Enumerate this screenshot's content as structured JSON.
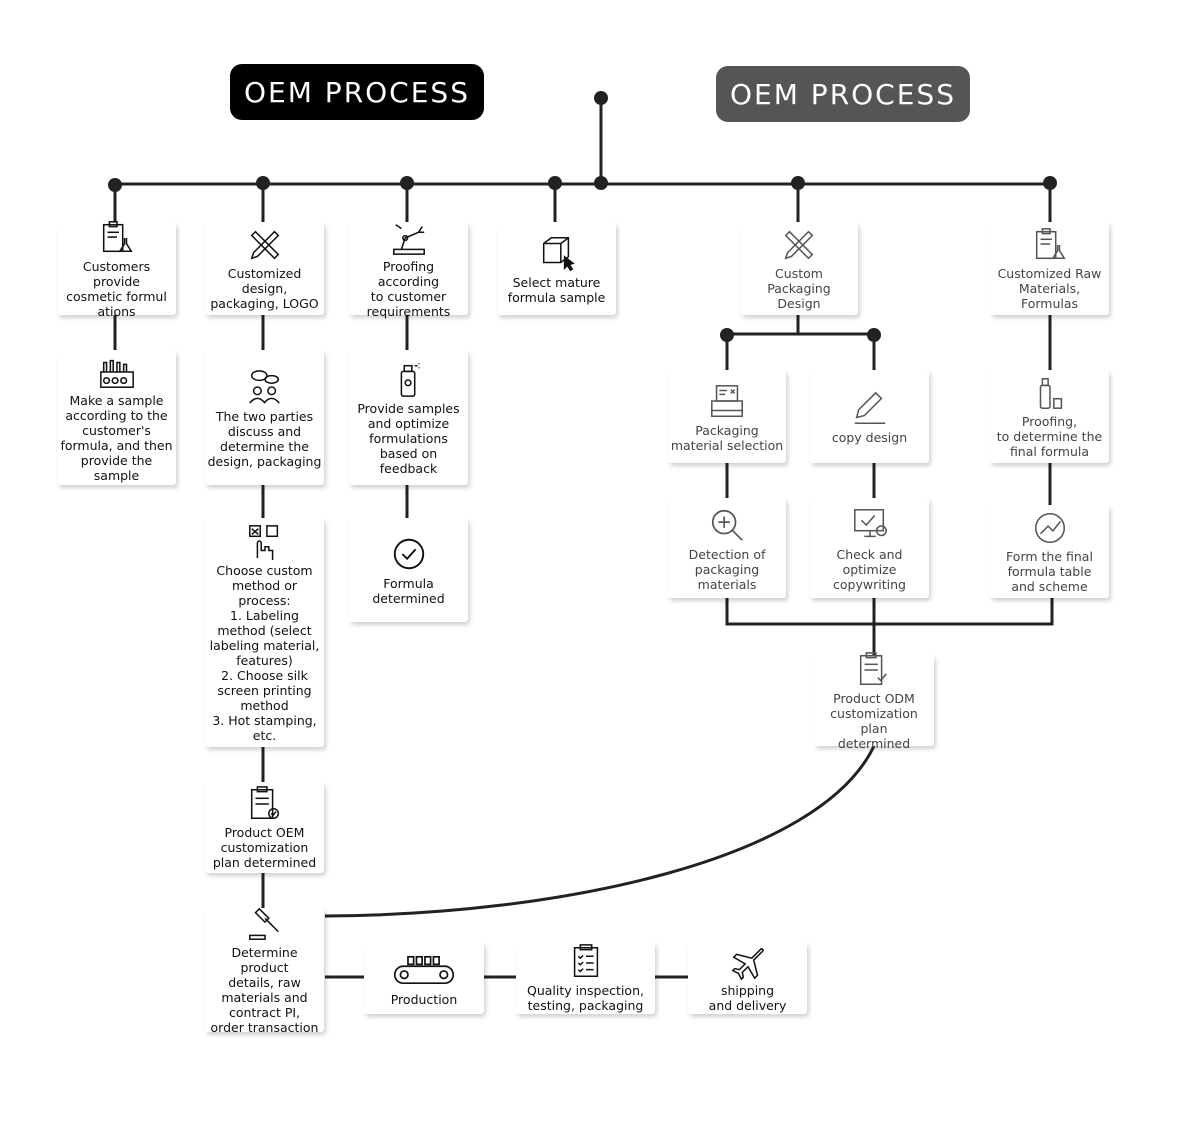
{
  "titles": {
    "left": "OEM PROCESS",
    "right": "OEM PROCESS"
  },
  "nodes": {
    "customers_provide": "Customers provide\ncosmetic formul\nations",
    "make_sample": "Make a sample\naccording to the\ncustomer's\nformula, and then\nprovide the sample",
    "customized_design": "Customized\ndesign,\npackaging, LOGO",
    "two_parties": "The two parties\ndiscuss and\ndetermine the\ndesign, packaging",
    "choose_custom": "Choose custom\nmethod or process:\n1. Labeling\nmethod (select\nlabeling material,\nfeatures)\n2. Choose silk\nscreen printing\nmethod\n3. Hot stamping,\netc.",
    "oem_plan": "Product OEM\ncustomization\nplan determined",
    "determine_details": "Determine product\ndetails, raw\nmaterials and\ncontract PI,\norder transaction",
    "proofing_customer": "Proofing according\nto customer\nrequirements",
    "provide_samples": "Provide samples\nand optimize\nformulations\nbased on feedback",
    "formula_determined": "Formula\ndetermined",
    "select_mature": "Select mature\nformula sample",
    "custom_packaging": "Custom Packaging\nDesign",
    "packaging_selection": "Packaging\nmaterial selection",
    "copy_design": "copy design",
    "detection": "Detection of\npackaging\nmaterials",
    "check_optimize": "Check and\noptimize\ncopywriting",
    "customized_raw": "Customized Raw\nMaterials,\nFormulas",
    "proofing_final": "Proofing,\nto determine the\nfinal formula",
    "form_final": "Form the final\nformula table\nand scheme",
    "odm_plan": "Product ODM\ncustomization plan\ndetermined",
    "production": "Production",
    "quality": "Quality inspection,\ntesting, packaging",
    "shipping": "shipping\nand delivery"
  },
  "icons": {
    "customers_provide": "clipboard-flask-icon",
    "make_sample": "factory-icon",
    "customized_design": "ruler-pencil-icon",
    "two_parties": "discussion-people-icon",
    "choose_custom": "checkbox-hand-icon",
    "oem_plan": "clipboard-check-icon",
    "determine_details": "gavel-icon",
    "proofing_customer": "robot-arm-icon",
    "provide_samples": "spray-bottle-icon",
    "formula_determined": "check-circle-icon",
    "select_mature": "box-cursor-icon",
    "custom_packaging": "ruler-pencil-icon",
    "packaging_selection": "printer-icon",
    "copy_design": "pen-icon",
    "detection": "zoom-plus-icon",
    "check_optimize": "monitor-check-icon",
    "customized_raw": "clipboard-flask-icon",
    "proofing_final": "bottles-icon",
    "form_final": "trend-circle-icon",
    "odm_plan": "clipboard-check-icon",
    "production": "conveyor-icon",
    "quality": "checklist-icon",
    "shipping": "airplane-icon"
  },
  "colors": {
    "left_title_bg": "#000000",
    "right_title_bg": "#555555",
    "line": "#222222"
  }
}
